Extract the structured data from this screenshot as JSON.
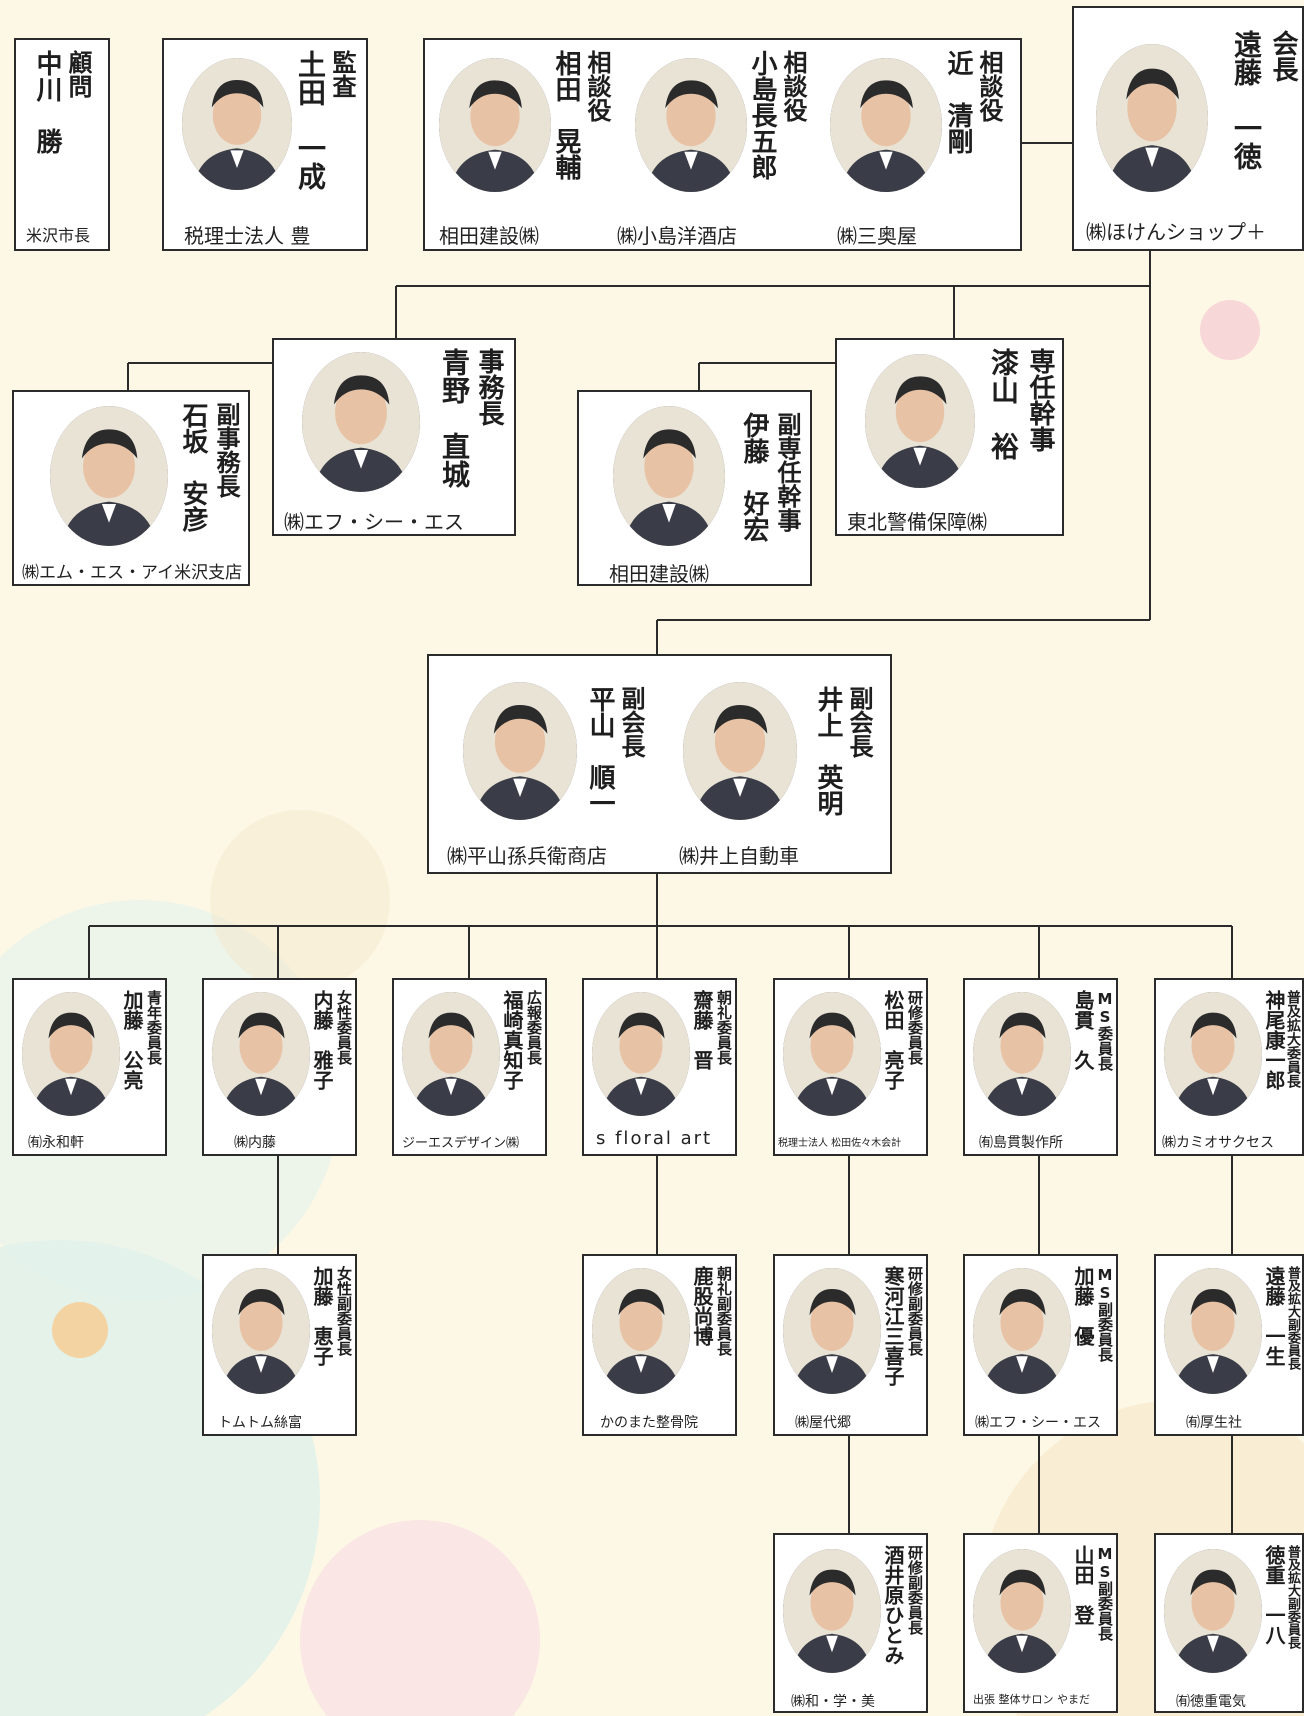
{
  "nodes": [
    {
      "id": "advisor",
      "role": "顧問",
      "name": "中川　勝",
      "company": "米沢市長"
    },
    {
      "id": "auditor",
      "role": "監査",
      "name": "土田　一成",
      "company": "税理士法人 豊"
    },
    {
      "id": "consult1",
      "role": "相談役",
      "name": "相田　晃輔",
      "company": "相田建設㈱"
    },
    {
      "id": "consult2",
      "role": "相談役",
      "name": "小島長五郎",
      "company": "㈱小島洋酒店"
    },
    {
      "id": "consult3",
      "role": "相談役",
      "name": "近　清剛",
      "company": "㈱三奥屋"
    },
    {
      "id": "president",
      "role": "会長",
      "name": "遠藤　一徳",
      "company": "㈱ほけんショップ＋"
    },
    {
      "id": "sec_gen",
      "role": "事務長",
      "name": "青野　直城",
      "company": "㈱エフ・シー・エス"
    },
    {
      "id": "vice_sec",
      "role": "副事務長",
      "name": "石坂　安彦",
      "company": "㈱エム・エス・アイ米沢支店"
    },
    {
      "id": "exec",
      "role": "専任幹事",
      "name": "漆山　裕",
      "company": "東北警備保障㈱"
    },
    {
      "id": "vice_exec",
      "role": "副専任幹事",
      "name": "伊藤　好宏",
      "company": "相田建設㈱"
    },
    {
      "id": "vp1",
      "role": "副会長",
      "name": "平山　順一",
      "company": "㈱平山孫兵衛商店"
    },
    {
      "id": "vp2",
      "role": "副会長",
      "name": "井上　英明",
      "company": "㈱井上自動車"
    },
    {
      "id": "youth",
      "role": "青年委員長",
      "name": "加藤　公亮",
      "company": "㈲永和軒"
    },
    {
      "id": "women",
      "role": "女性委員長",
      "name": "内藤　雅子",
      "company": "㈱内藤"
    },
    {
      "id": "pr",
      "role": "広報委員長",
      "name": "福崎真知子",
      "company": "ジーエスデザイン㈱"
    },
    {
      "id": "morning",
      "role": "朝礼委員長",
      "name": "齋藤　晋",
      "company": "s floral art"
    },
    {
      "id": "training",
      "role": "研修委員長",
      "name": "松田　亮子",
      "company": "税理士法人 松田佐々木会計"
    },
    {
      "id": "ms",
      "role": "MS委員長",
      "name": "島貫　久",
      "company": "㈲島貫製作所"
    },
    {
      "id": "expand",
      "role": "普及拡大委員長",
      "name": "神尾康一郎",
      "company": "㈱カミオサクセス"
    },
    {
      "id": "women_v",
      "role": "女性副委員長",
      "name": "加藤　恵子",
      "company": "トムトム絲富"
    },
    {
      "id": "morning_v",
      "role": "朝礼副委員長",
      "name": "鹿股尚博",
      "company": "かのまた整骨院"
    },
    {
      "id": "training_v1",
      "role": "研修副委員長",
      "name": "寒河江三喜子",
      "company": "㈱屋代郷"
    },
    {
      "id": "ms_v1",
      "role": "MS副委員長",
      "name": "加藤　優",
      "company": "㈱エフ・シー・エス"
    },
    {
      "id": "expand_v1",
      "role": "普及拡大副委員長",
      "name": "遠藤　一生",
      "company": "㈲厚生社"
    },
    {
      "id": "training_v2",
      "role": "研修副委員長",
      "name": "酒井原ひとみ",
      "company": "㈱和・学・美"
    },
    {
      "id": "ms_v2",
      "role": "MS副委員長",
      "name": "山田　登",
      "company": "出張 整体サロン やまだ"
    },
    {
      "id": "expand_v2",
      "role": "普及拡大副委員長",
      "name": "徳重　一八",
      "company": "㈲徳重電気"
    }
  ],
  "colors": {
    "line": "#2b2b2b",
    "box_border": "#2b2b2b",
    "background": "#fdf8e6"
  }
}
